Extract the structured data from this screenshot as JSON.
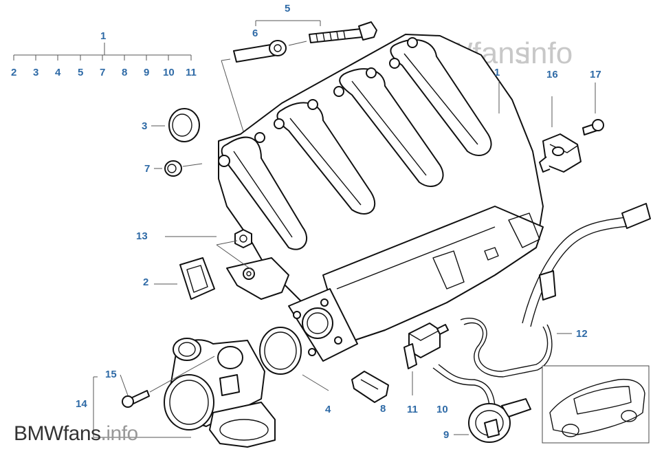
{
  "watermark": {
    "brand": "BMWfans",
    "ext": ".info"
  },
  "footer": {
    "brand": "BMWfans",
    "ext": ".info"
  },
  "callouts": {
    "group1": "1",
    "group1_items": [
      "2",
      "3",
      "4",
      "5",
      "7",
      "8",
      "9",
      "10",
      "11"
    ],
    "group5": "5",
    "c6": "6",
    "c1": "1",
    "c16": "16",
    "c17": "17",
    "c3": "3",
    "c7": "7",
    "c13": "13",
    "c2": "2",
    "c12": "12",
    "c15": "15",
    "c14": "14",
    "c4": "4",
    "c8": "8",
    "c11": "11",
    "c10": "10",
    "c9": "9"
  },
  "colors": {
    "callout": "#2e6aa6",
    "line": "#111111"
  }
}
